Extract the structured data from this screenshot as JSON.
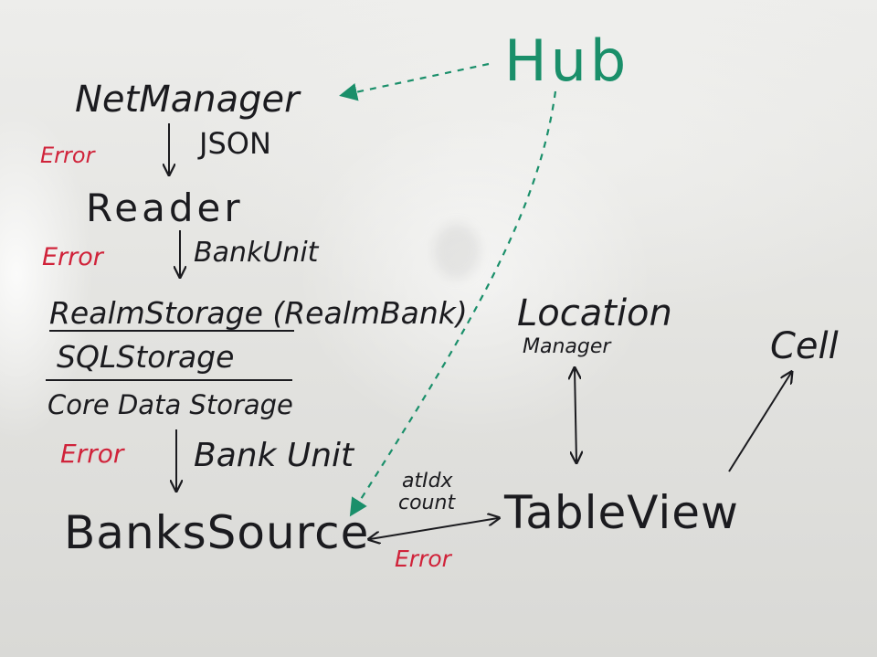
{
  "diagram": {
    "nodes": {
      "hub": "Hub",
      "net_manager": "NetManager",
      "reader": "Reader",
      "realm_storage": "RealmStorage (RealmBank)",
      "sql_storage": "SQLStorage",
      "core_data_storage": "Core Data Storage",
      "banks_source": "BanksSource",
      "location_manager_line1": "Location",
      "location_manager_line2": "Manager",
      "table_view": "TableView",
      "cell": "Cell"
    },
    "edge_labels": {
      "json": "JSON",
      "bank_unit_1": "BankUnit",
      "bank_unit_2": "Bank Unit",
      "at_idx": "atIdx",
      "count": "count"
    },
    "error_labels": {
      "net_manager_error": "Error",
      "reader_error": "Error",
      "storage_error": "Error",
      "source_error": "Error"
    }
  },
  "colors": {
    "black_marker": "#1b1b1f",
    "red_marker": "#d0233a",
    "green_marker": "#1a8f6a",
    "board": "#e6e6e3"
  }
}
